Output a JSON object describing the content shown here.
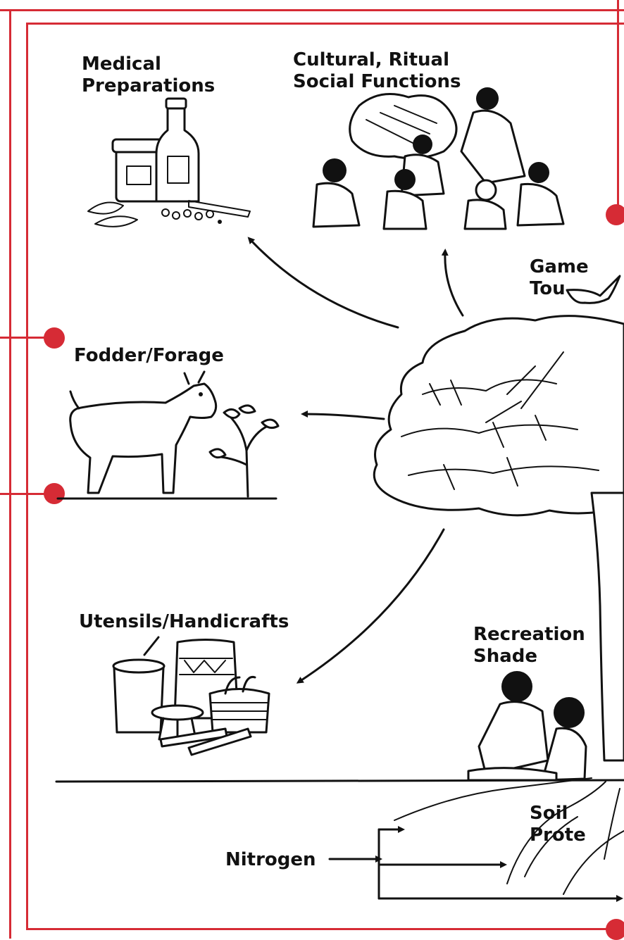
{
  "colors": {
    "frame": "#d62b35",
    "ink": "#111111",
    "background": "#ffffff"
  },
  "labels": {
    "medical": "Medical\nPreparations",
    "cultural": "Cultural, Ritual\nSocial Functions",
    "game": "Game Tou",
    "fodder": "Fodder/Forage",
    "utensils": "Utensils/Handicrafts",
    "recreation": "Recreation\nShade",
    "soil": "Soil Prote",
    "nitrogen": "Nitrogen"
  },
  "icons": [
    "medicine-jar-icon",
    "bottle-icon",
    "people-gathering-icon",
    "bird-icon",
    "goat-icon",
    "shrub-icon",
    "tree-icon",
    "mortar-icon",
    "pot-icon",
    "basket-icon",
    "stool-icon",
    "people-sitting-icon",
    "roots-icon"
  ]
}
